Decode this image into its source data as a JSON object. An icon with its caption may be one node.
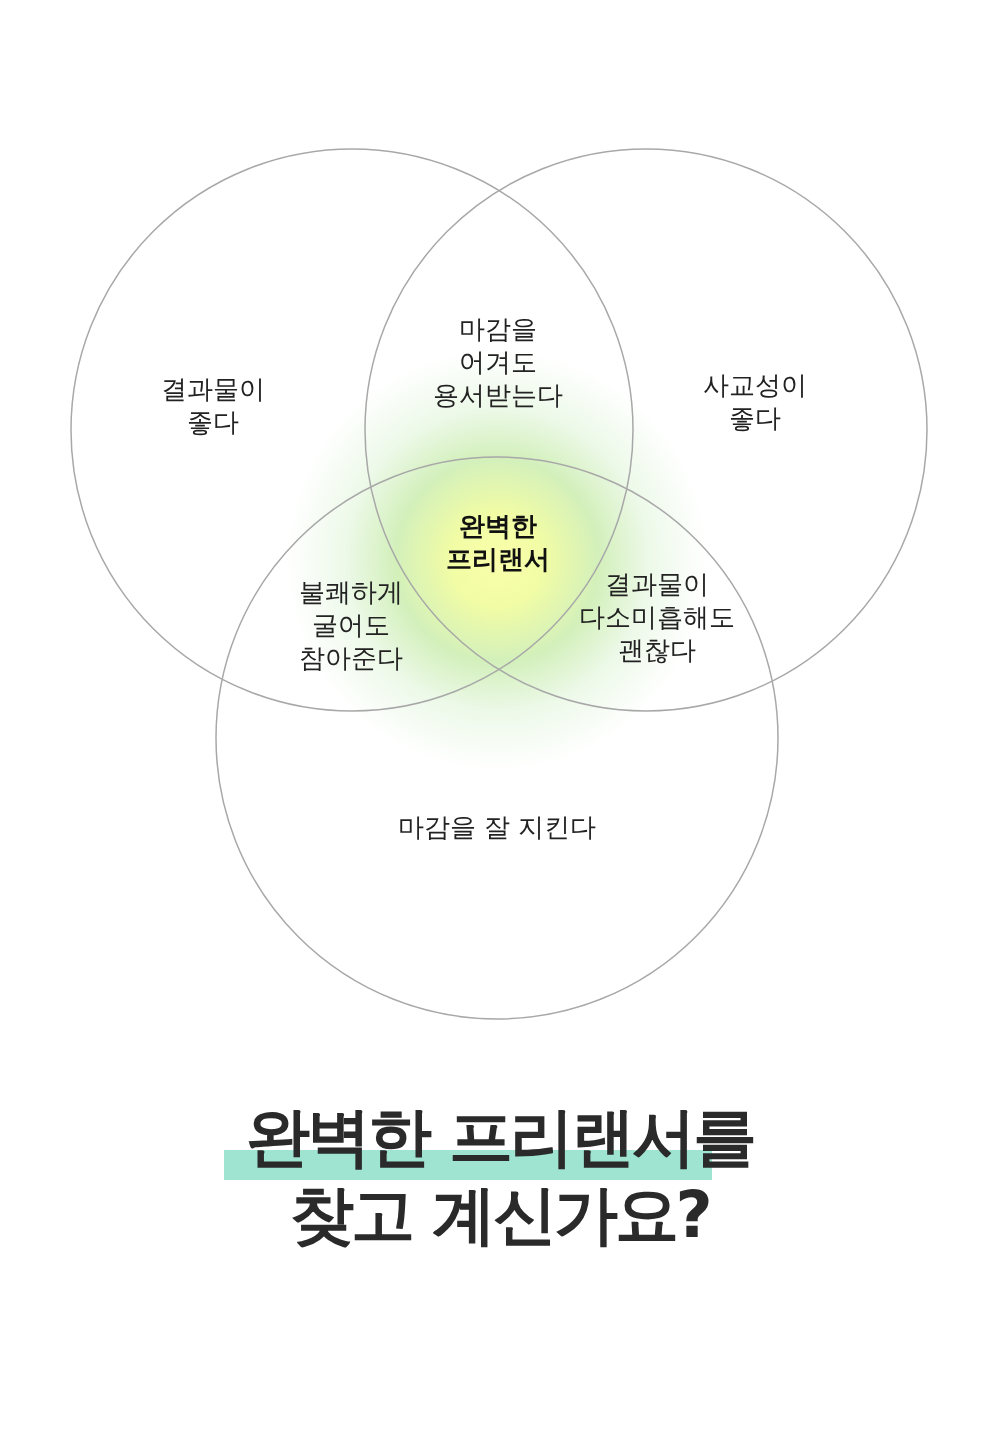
{
  "diagram": {
    "title": "완벽한 프리랜서를 찾고 계신가요?",
    "nodes": [
      {
        "text": [
          "결과물이 좋다"
        ]
      },
      {
        "text": [
          "사교성이 좋다"
        ]
      },
      {
        "text": [
          "마감을 잘 지킨다"
        ]
      }
    ],
    "labels": [
      "마감을 어겨도 용서받는다",
      "완벽한 프리랜서",
      "불쾌하게 굴어도 참아준다",
      "결과물이 다소미흡해도 괜찮다"
    ]
  }
}
